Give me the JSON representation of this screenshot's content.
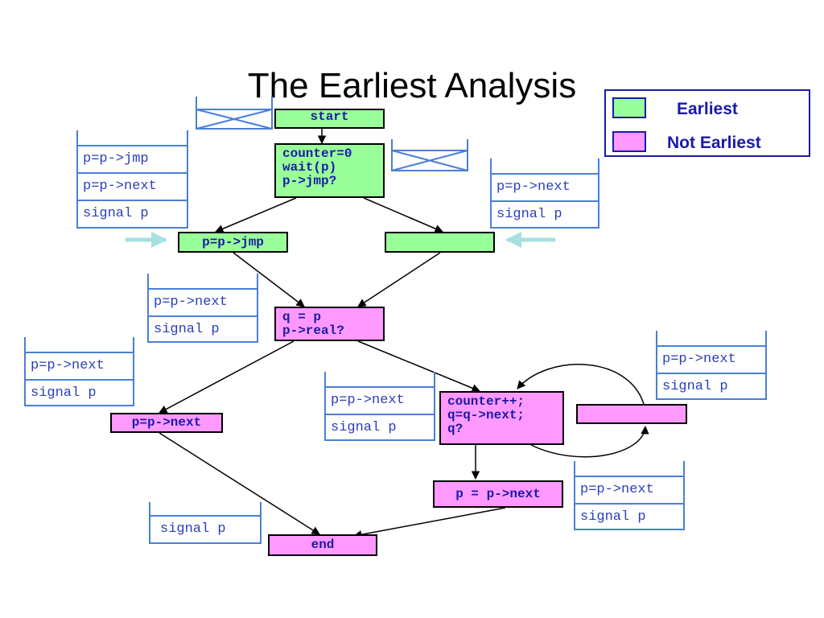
{
  "title": "The Earliest Analysis",
  "legend": {
    "items": [
      {
        "label": "Earliest",
        "color": "#99ff99"
      },
      {
        "label": "Not Earliest",
        "color": "#ff99ff"
      }
    ]
  },
  "nodes": {
    "start": {
      "lines": [
        "start"
      ],
      "class": "Earliest"
    },
    "decision": {
      "lines": [
        "counter=0",
        "wait(p)",
        "p->jmp?"
      ],
      "class": "Earliest"
    },
    "jmp_assign": {
      "lines": [
        "p=p->jmp"
      ],
      "class": "Earliest"
    },
    "empty_green": {
      "lines": [],
      "class": "Earliest"
    },
    "q_assign": {
      "lines": [
        "q = p",
        "p->real?"
      ],
      "class": "Not Earliest"
    },
    "next_assign_left": {
      "lines": [
        "p=p->next"
      ],
      "class": "Not Earliest"
    },
    "loop_body": {
      "lines": [
        "counter++;",
        "q=q->next;",
        "q?"
      ],
      "class": "Not Earliest"
    },
    "empty_pink": {
      "lines": [],
      "class": "Not Earliest"
    },
    "next_assign_bottom": {
      "lines": [
        "p = p->next"
      ],
      "class": "Not Earliest"
    },
    "end": {
      "lines": [
        "end"
      ],
      "class": "Not Earliest"
    }
  },
  "stacks": {
    "top_left": [
      "p=p->jmp",
      "p=p->next",
      "signal p"
    ],
    "top_right": [
      "p=p->next",
      "signal p"
    ],
    "mid_left": [
      "p=p->next",
      "signal p"
    ],
    "far_left": [
      "p=p->next",
      "signal p"
    ],
    "center": [
      "p=p->next",
      "signal p"
    ],
    "far_right": [
      "p=p->next",
      "signal p"
    ],
    "bottom_right": [
      "p=p->next",
      "signal p"
    ],
    "bottom_left": [
      "signal p"
    ]
  }
}
